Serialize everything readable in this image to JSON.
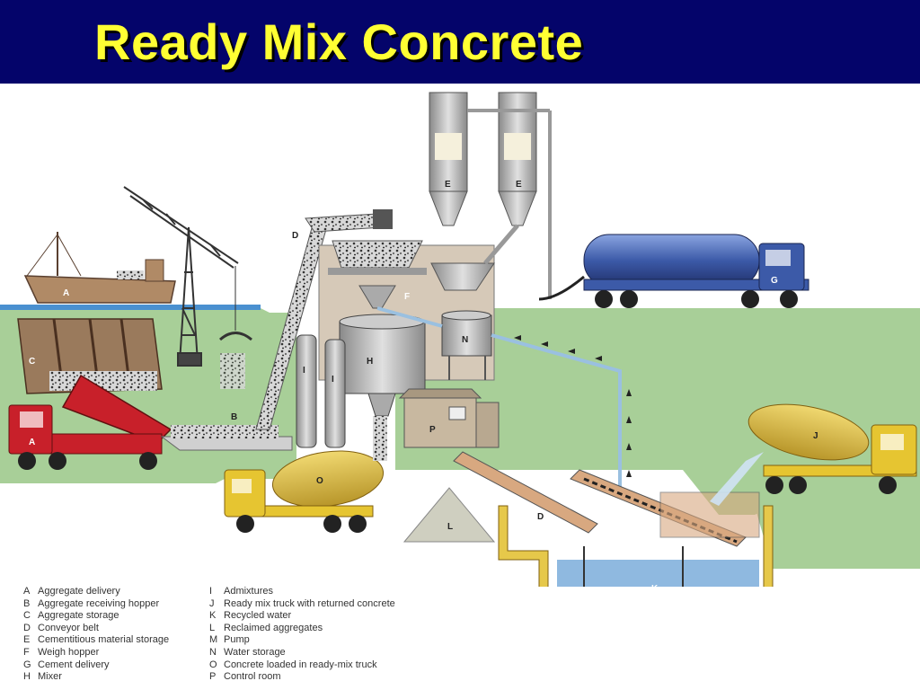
{
  "title": "Ready Mix Concrete",
  "labels": {
    "A": "A",
    "B": "B",
    "C": "C",
    "D": "D",
    "E": "E",
    "F": "F",
    "G": "G",
    "H": "H",
    "I": "I",
    "J": "J",
    "K": "K",
    "L": "L",
    "N": "N",
    "O": "O",
    "P": "P"
  },
  "legend_left": [
    {
      "letter": "A",
      "text": "Aggregate delivery"
    },
    {
      "letter": "B",
      "text": "Aggregate receiving hopper"
    },
    {
      "letter": "C",
      "text": "Aggregate storage"
    },
    {
      "letter": "D",
      "text": "Conveyor belt"
    },
    {
      "letter": "E",
      "text": "Cementitious material storage"
    },
    {
      "letter": "F",
      "text": "Weigh hopper"
    },
    {
      "letter": "G",
      "text": "Cement delivery"
    },
    {
      "letter": "H",
      "text": "Mixer"
    }
  ],
  "legend_right": [
    {
      "letter": "I",
      "text": "Admixtures"
    },
    {
      "letter": "J",
      "text": "Ready mix truck with returned concrete"
    },
    {
      "letter": "K",
      "text": "Recycled water"
    },
    {
      "letter": "L",
      "text": "Reclaimed aggregates"
    },
    {
      "letter": "M",
      "text": "Pump"
    },
    {
      "letter": "N",
      "text": "Water storage"
    },
    {
      "letter": "O",
      "text": "Concrete loaded in ready-mix truck"
    },
    {
      "letter": "P",
      "text": "Control room"
    }
  ],
  "colors": {
    "title_bar": "#04046a",
    "title_text": "#ffff33",
    "ground": "#a8cf98",
    "water": "#8fb9e0",
    "truck_red": "#c8202a",
    "truck_yellow": "#e6c531",
    "tanker_blue": "#3c5aa8",
    "steel": "#b8b8b8",
    "ship": "#b08a66"
  }
}
